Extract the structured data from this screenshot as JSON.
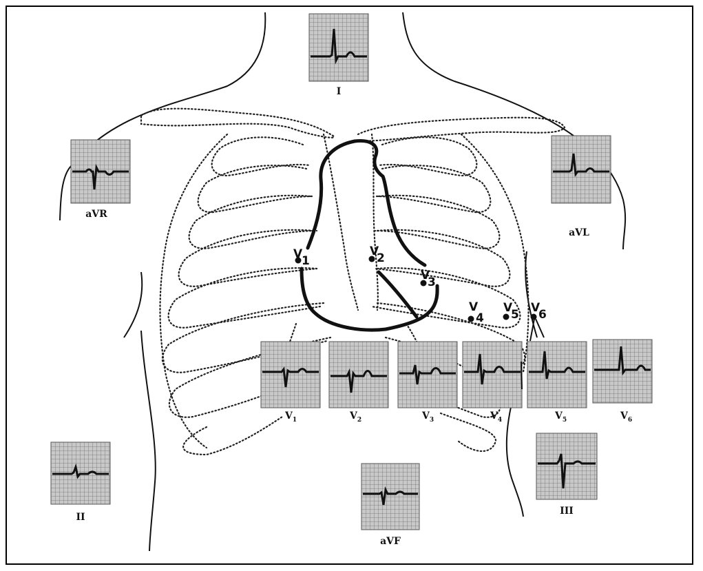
{
  "limb_leads": [
    {
      "id": "I",
      "label": "I"
    },
    {
      "id": "aVR",
      "label": "aVR"
    },
    {
      "id": "aVL",
      "label": "aVL"
    },
    {
      "id": "II",
      "label": "II"
    },
    {
      "id": "aVF",
      "label": "aVF"
    },
    {
      "id": "III",
      "label": "III"
    }
  ],
  "precordial_leads": [
    {
      "id": "V1",
      "label": "V",
      "sub": "1"
    },
    {
      "id": "V2",
      "label": "V",
      "sub": "2"
    },
    {
      "id": "V3",
      "label": "V",
      "sub": "3"
    },
    {
      "id": "V4",
      "label": "V",
      "sub": "4"
    },
    {
      "id": "V5",
      "label": "V",
      "sub": "5"
    },
    {
      "id": "V6",
      "label": "V",
      "sub": "6"
    }
  ],
  "electrodes": [
    {
      "id": "V1",
      "letter": "V",
      "number": "1"
    },
    {
      "id": "V2",
      "letter": "V",
      "number": "2"
    },
    {
      "id": "V3",
      "letter": "V",
      "number": "3"
    },
    {
      "id": "V4",
      "letter": "V",
      "number": "4"
    },
    {
      "id": "V5",
      "letter": "V",
      "number": "5"
    },
    {
      "id": "V6",
      "letter": "V",
      "number": "6"
    }
  ],
  "colors": {
    "ink": "#111111",
    "grid_bg": "#c8c8c8",
    "grid_line": "#7a7a7a",
    "trace": "#111111"
  }
}
